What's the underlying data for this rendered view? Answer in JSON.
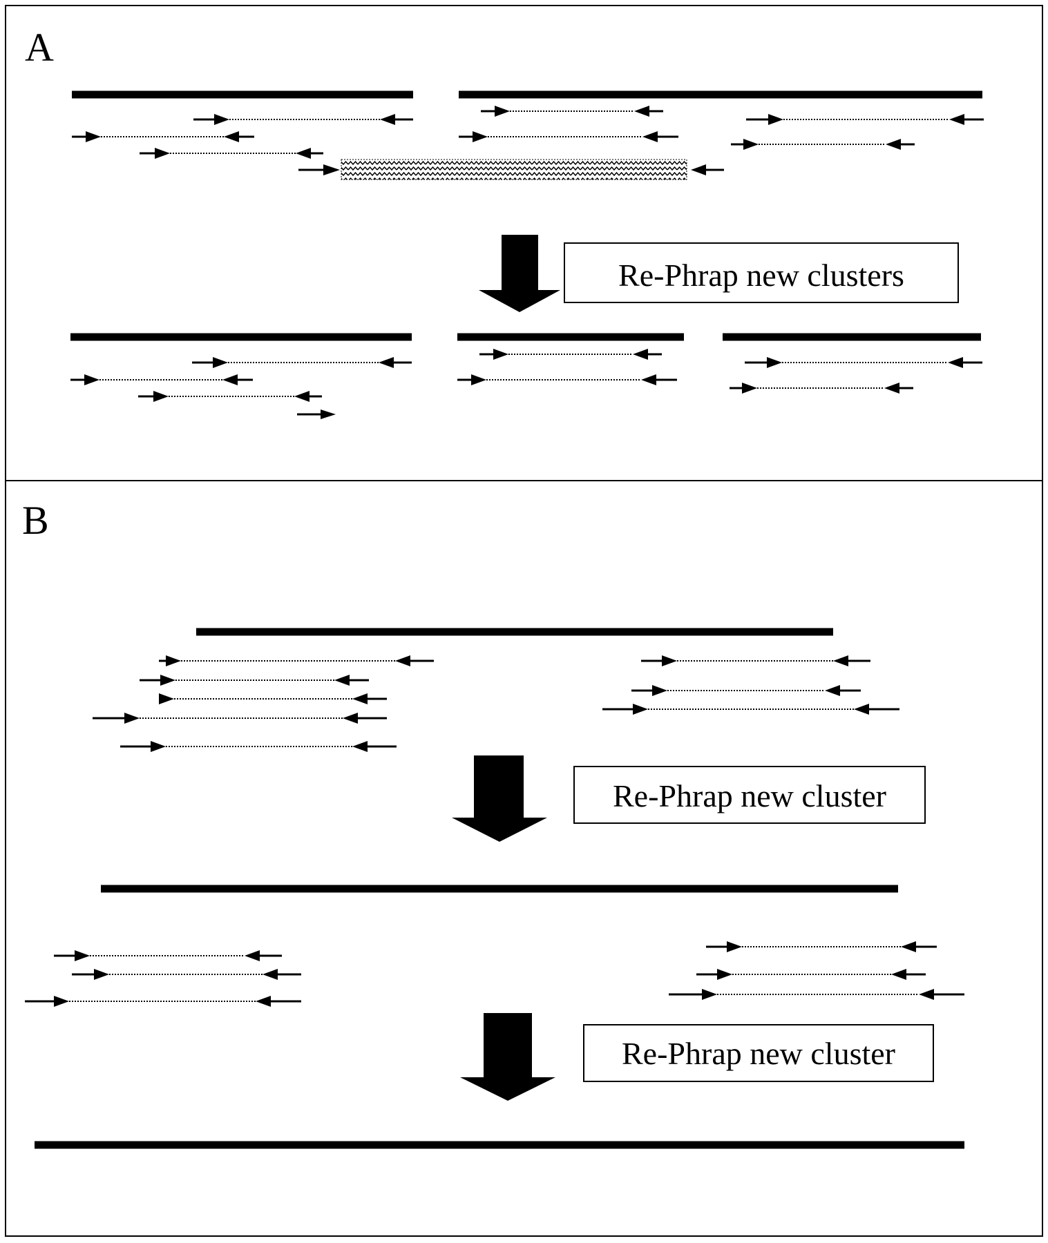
{
  "panels": [
    {
      "id": "A",
      "letter": "A",
      "steps": [
        {
          "label": "Re-Phrap new clusters"
        }
      ]
    },
    {
      "id": "B",
      "letter": "B",
      "steps": [
        {
          "label": "Re-Phrap new cluster"
        },
        {
          "label": "Re-Phrap new cluster"
        }
      ]
    }
  ],
  "colors": {
    "line": "#000000",
    "background": "#ffffff"
  }
}
